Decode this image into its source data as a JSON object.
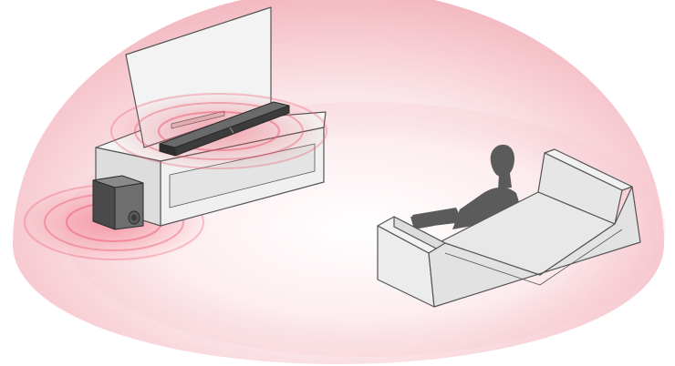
{
  "illustration": {
    "colors": {
      "dome": "#f3b6bf",
      "dome_light": "#fbe6e9",
      "floor_glow": "#ffffff",
      "sound_wave": "#ee5f74",
      "furniture_face": "#f0f0f0",
      "furniture_side": "#dedede",
      "furniture_glass": "#e6e6e6",
      "outline": "#555555",
      "device_dark": "#3c3c3c",
      "device_mid": "#6a6a6a",
      "person": "#5b5b5b"
    },
    "objects": [
      "surround-sound-dome",
      "tv-screen",
      "tv-stand",
      "soundbar",
      "subwoofer",
      "sofa",
      "seated-listener"
    ]
  }
}
